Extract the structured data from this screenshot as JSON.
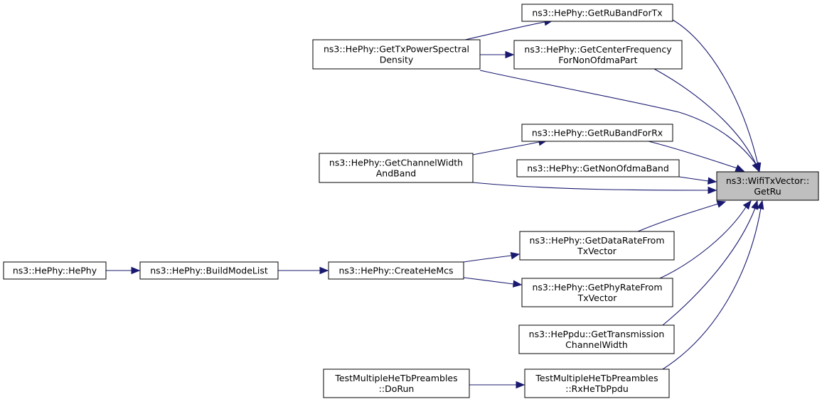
{
  "diagram": {
    "type": "doxygen-caller-graph",
    "colors": {
      "edge": "#191970",
      "root_fill": "#bfbfbf",
      "node_fill": "#ffffff",
      "border": "#000000"
    },
    "nodes": [
      {
        "id": "getru",
        "lines": [
          "ns3::WifiTxVector::",
          "GetRu"
        ],
        "root": true
      },
      {
        "id": "rubandtx",
        "lines": [
          "ns3::HePhy::GetRuBandForTx"
        ]
      },
      {
        "id": "txpsd",
        "lines": [
          "ns3::HePhy::GetTxPowerSpectral",
          "Density"
        ]
      },
      {
        "id": "centerfreq",
        "lines": [
          "ns3::HePhy::GetCenterFrequency",
          "ForNonOfdmaPart"
        ]
      },
      {
        "id": "rubandrx",
        "lines": [
          "ns3::HePhy::GetRuBandForRx"
        ]
      },
      {
        "id": "chwidthband",
        "lines": [
          "ns3::HePhy::GetChannelWidth",
          "AndBand"
        ]
      },
      {
        "id": "nonofdma",
        "lines": [
          "ns3::HePhy::GetNonOfdmaBand"
        ]
      },
      {
        "id": "datarate",
        "lines": [
          "ns3::HePhy::GetDataRateFrom",
          "TxVector"
        ]
      },
      {
        "id": "hephy",
        "lines": [
          "ns3::HePhy::HePhy"
        ]
      },
      {
        "id": "buildmode",
        "lines": [
          "ns3::HePhy::BuildModeList"
        ]
      },
      {
        "id": "createhemcs",
        "lines": [
          "ns3::HePhy::CreateHeMcs"
        ]
      },
      {
        "id": "phyrate",
        "lines": [
          "ns3::HePhy::GetPhyRateFrom",
          "TxVector"
        ]
      },
      {
        "id": "transwidth",
        "lines": [
          "ns3::HePpdu::GetTransmission",
          "ChannelWidth"
        ]
      },
      {
        "id": "dorun",
        "lines": [
          "TestMultipleHeTbPreambles",
          "::DoRun"
        ]
      },
      {
        "id": "rxhetb",
        "lines": [
          "TestMultipleHeTbPreambles",
          "::RxHeTbPpdu"
        ]
      }
    ],
    "edges": [
      {
        "from": "rubandtx",
        "to": "getru"
      },
      {
        "from": "txpsd",
        "to": "getru"
      },
      {
        "from": "txpsd",
        "to": "rubandtx"
      },
      {
        "from": "txpsd",
        "to": "centerfreq"
      },
      {
        "from": "centerfreq",
        "to": "getru"
      },
      {
        "from": "rubandrx",
        "to": "getru"
      },
      {
        "from": "chwidthband",
        "to": "getru"
      },
      {
        "from": "chwidthband",
        "to": "rubandrx"
      },
      {
        "from": "nonofdma",
        "to": "getru"
      },
      {
        "from": "datarate",
        "to": "getru"
      },
      {
        "from": "hephy",
        "to": "buildmode"
      },
      {
        "from": "buildmode",
        "to": "createhemcs"
      },
      {
        "from": "createhemcs",
        "to": "datarate"
      },
      {
        "from": "createhemcs",
        "to": "phyrate"
      },
      {
        "from": "phyrate",
        "to": "getru"
      },
      {
        "from": "transwidth",
        "to": "getru"
      },
      {
        "from": "dorun",
        "to": "rxhetb"
      },
      {
        "from": "rxhetb",
        "to": "getru"
      }
    ]
  }
}
